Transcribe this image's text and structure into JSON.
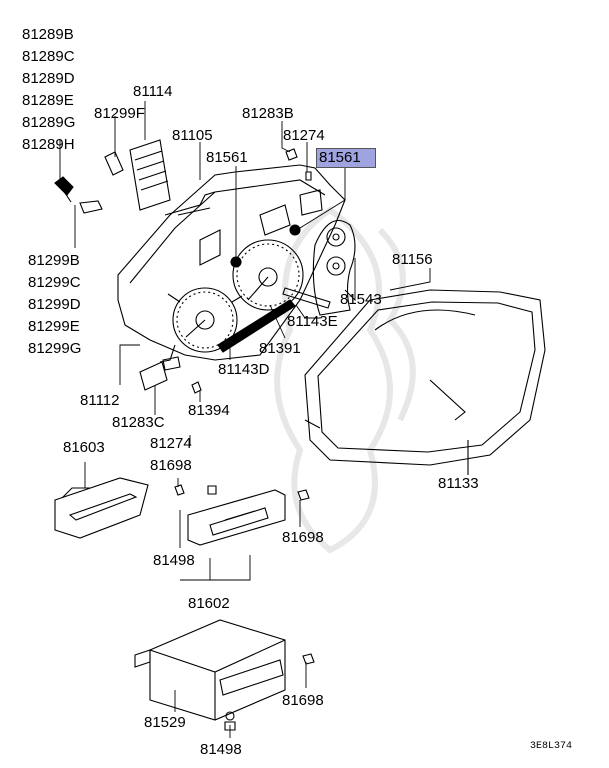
{
  "labels": {
    "p81289b": "81289B",
    "p81289c": "81289C",
    "p81289d": "81289D",
    "p81289e": "81289E",
    "p81289g": "81289G",
    "p81289h": "81289H",
    "p81114": "81114",
    "p81299f": "81299F",
    "p81105": "81105",
    "p81283b": "81283B",
    "p81274_top": "81274",
    "p81561_left": "81561",
    "p81561_hl": "81561",
    "p81299b": "81299B",
    "p81299c": "81299C",
    "p81299d": "81299D",
    "p81299e": "81299E",
    "p81299g": "81299G",
    "p81156": "81156",
    "p81543": "81543",
    "p81143e": "81143E",
    "p81391": "81391",
    "p81143d": "81143D",
    "p81112": "81112",
    "p81283c": "81283C",
    "p81394": "81394",
    "p81274_mid": "81274",
    "p81603": "81603",
    "p81698_a": "81698",
    "p81133": "81133",
    "p81698_b": "81698",
    "p81498_a": "81498",
    "p81602": "81602",
    "p81698_c": "81698",
    "p81529": "81529",
    "p81498_b": "81498",
    "code": "3E8L374"
  },
  "highlight_color": "#9fa3e0"
}
